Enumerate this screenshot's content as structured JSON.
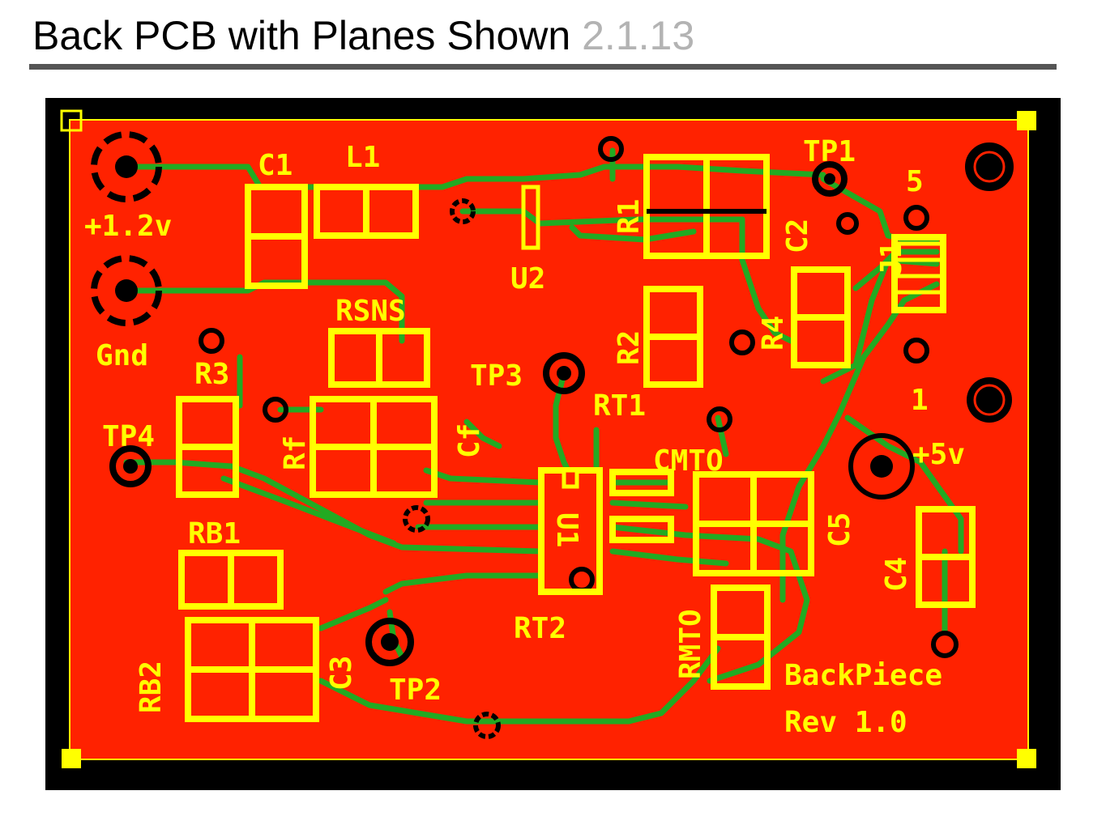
{
  "header": {
    "title": "Back PCB with Planes Shown",
    "version": "2.1.13"
  },
  "colors": {
    "board_bg": "#000000",
    "plane": "#ff2200",
    "trace": "#22aa22",
    "silkscreen": "#ffff00",
    "rule": "#555555",
    "version_text": "#b3b3b3"
  },
  "labels": {
    "v12": "+1.2v",
    "gnd": "Gnd",
    "c1": "C1",
    "l1": "L1",
    "u2": "U2",
    "r1": "R1",
    "c2": "C2",
    "tp1": "TP1",
    "five": "5",
    "j1": "J1",
    "rsns": "RSNS",
    "r2": "R2",
    "r4": "R4",
    "r3": "R3",
    "tp3": "TP3",
    "rt1": "RT1",
    "one": "1",
    "tp4": "TP4",
    "rf": "Rf",
    "cf": "Cf",
    "cmto": "CMTO",
    "plus5v": "+5v",
    "u1": "U1",
    "c5": "C5",
    "rb1": "RB1",
    "c4": "C4",
    "rmto": "RMTO",
    "rt2": "RT2",
    "rb2": "RB2",
    "c3": "C3",
    "tp2": "TP2",
    "backpiece": "BackPiece",
    "rev": "Rev 1.0"
  }
}
